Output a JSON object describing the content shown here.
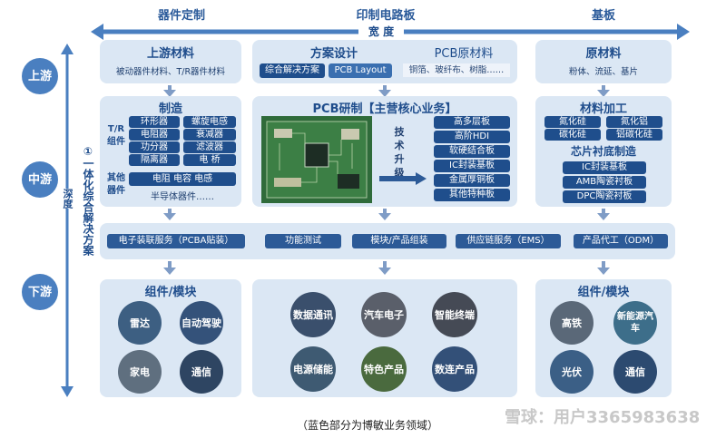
{
  "header": {
    "col_left": "器件定制",
    "col_mid": "印制电路板",
    "col_right": "基板",
    "width_label": "宽 度"
  },
  "left_axis": {
    "depth_label": "深度",
    "stage_up": "上游",
    "stage_mid": "中游",
    "stage_down": "下游",
    "vertical_text": "①一体化综合解决方案"
  },
  "upstream": {
    "left_title": "上游材料",
    "left_sub": "被动器件材料、T/R器件材料",
    "mid_title": "方案设计",
    "mid_chip1": "综合解决方案",
    "mid_chip2": "PCB Layout",
    "mid_title2": "PCB原材料",
    "mid_sub2": "铜箔、玻纤布、树脂……",
    "right_title": "原材料",
    "right_sub": "粉体、流延、基片"
  },
  "midstream": {
    "left_title": "制造",
    "tr_label": "T/R组件",
    "tr_items": [
      "环形器",
      "螺旋电感",
      "电阻器",
      "衰减器",
      "功分器",
      "滤波器",
      "隔离器",
      "电 桥"
    ],
    "other_label": "其他器件",
    "other_item1": "电阻 电容 电感",
    "other_item2": "半导体器件……",
    "pcb_title": "PCB研制【主营核心业务】",
    "upgrade_label": "技术升级",
    "pcb_products": [
      "高多层板",
      "高阶HDI",
      "软硬结合板",
      "IC封装基板",
      "金属厚铜板",
      "其他特种板"
    ],
    "right_title": "材料加工",
    "materials": [
      "氮化硅",
      "氮化铝",
      "碳化硅",
      "铝碳化硅"
    ],
    "right_title2": "芯片衬底制造",
    "substrates": [
      "IC封装基板",
      "AMB陶瓷衬板",
      "DPC陶瓷衬板"
    ]
  },
  "services": [
    "电子装联服务（PCBA贴装）",
    "功能测试",
    "模块/产品组装",
    "供应链服务（EMS）",
    "产品代工（ODM）"
  ],
  "downstream": {
    "left_title": "组件/模块",
    "left_items": [
      "雷达",
      "自动驾驶",
      "家电",
      "通信"
    ],
    "mid_items": [
      "数据通讯",
      "汽车电子",
      "智能终端",
      "电源储能",
      "特色产品",
      "数连产品"
    ],
    "right_title": "组件/模块",
    "right_items": [
      "高铁",
      "新能源汽车",
      "光伏",
      "通信"
    ]
  },
  "footer": {
    "caption": "（蓝色部分为博敏业务领域）",
    "watermark": "雪球：用户3365983638"
  },
  "colors": {
    "primary": "#1f4e8c",
    "panel": "#dbe7f4",
    "arrow": "#4a7fc0"
  }
}
